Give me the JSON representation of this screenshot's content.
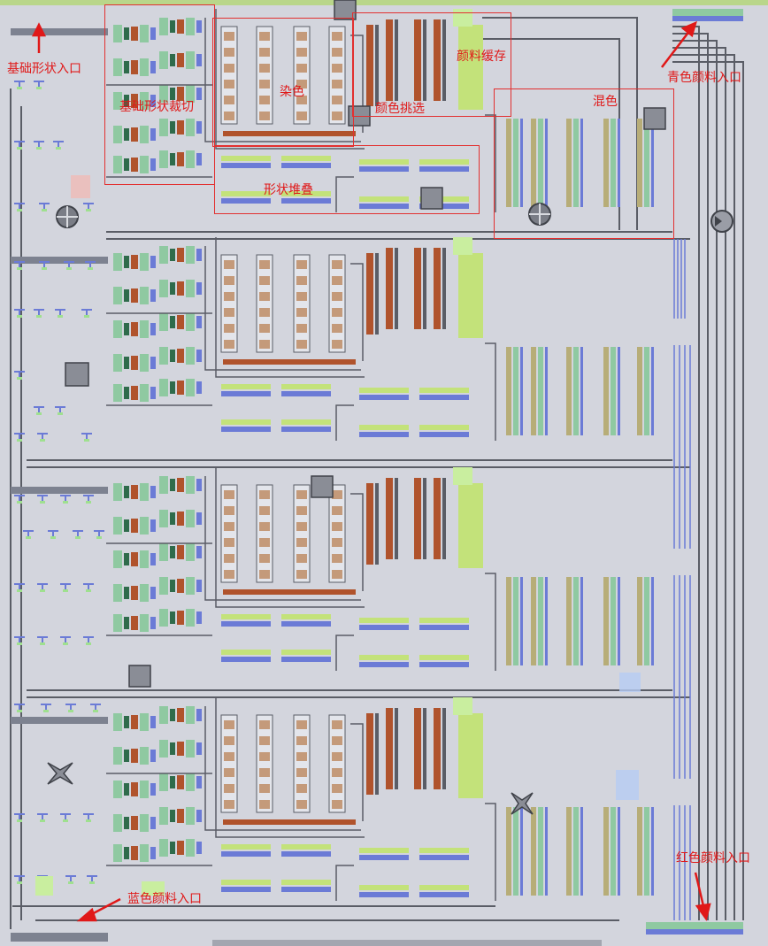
{
  "annotations": {
    "base_shape_input": "基础形状入口",
    "cyan_pigment_input": "青色颜料入口",
    "blue_pigment_input": "蓝色颜料入口",
    "red_pigment_input": "红色颜料入口",
    "base_shape_cutting": "基础形状裁切",
    "dyeing": "染色",
    "color_picking": "颜色挑选",
    "pigment_cache": "颜料缓存",
    "color_mixing": "混色",
    "shape_stacking": "形状堆叠"
  },
  "colors": {
    "background": "#d3d5dd",
    "annotation": "#e01818",
    "belt": "#5a5d66",
    "cutter_green": "#8fc9a1",
    "painter_tan": "#c49a7a",
    "stacker_brown": "#b0532c",
    "pigment_lime": "#c3e27a",
    "conveyor_blue": "#6b7bd6",
    "mixer_olive": "#b7ad78"
  },
  "icons": [
    "rotator-icon",
    "balancer-icon",
    "hub-icon",
    "arrow-icon"
  ]
}
